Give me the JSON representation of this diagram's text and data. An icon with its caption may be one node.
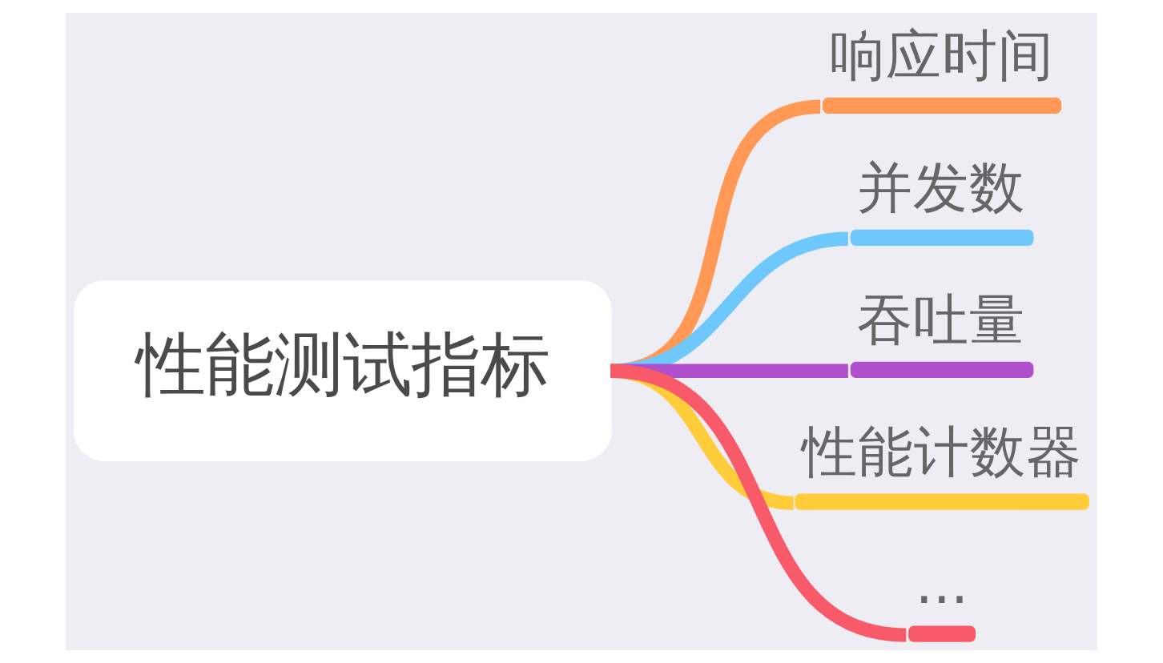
{
  "diagram": {
    "nodes": [
      {
        "text": [
          "性能测试指标"
        ]
      },
      {
        "text": [
          "响应时间"
        ]
      },
      {
        "text": [
          "并发数"
        ]
      },
      {
        "text": [
          "吞吐量"
        ]
      },
      {
        "text": [
          "性能计数器"
        ]
      },
      {
        "text": [
          "..."
        ]
      }
    ],
    "edges": [
      {
        "from": 0,
        "to": 1,
        "arrow": "none",
        "color": "#ff9955"
      },
      {
        "from": 0,
        "to": 2,
        "arrow": "none",
        "color": "#6fc8fb"
      },
      {
        "from": 0,
        "to": 3,
        "arrow": "none",
        "color": "#b04fcc"
      },
      {
        "from": 0,
        "to": 4,
        "arrow": "none",
        "color": "#ffcc3a"
      },
      {
        "from": 0,
        "to": 5,
        "arrow": "none",
        "color": "#f85a6a"
      }
    ]
  }
}
